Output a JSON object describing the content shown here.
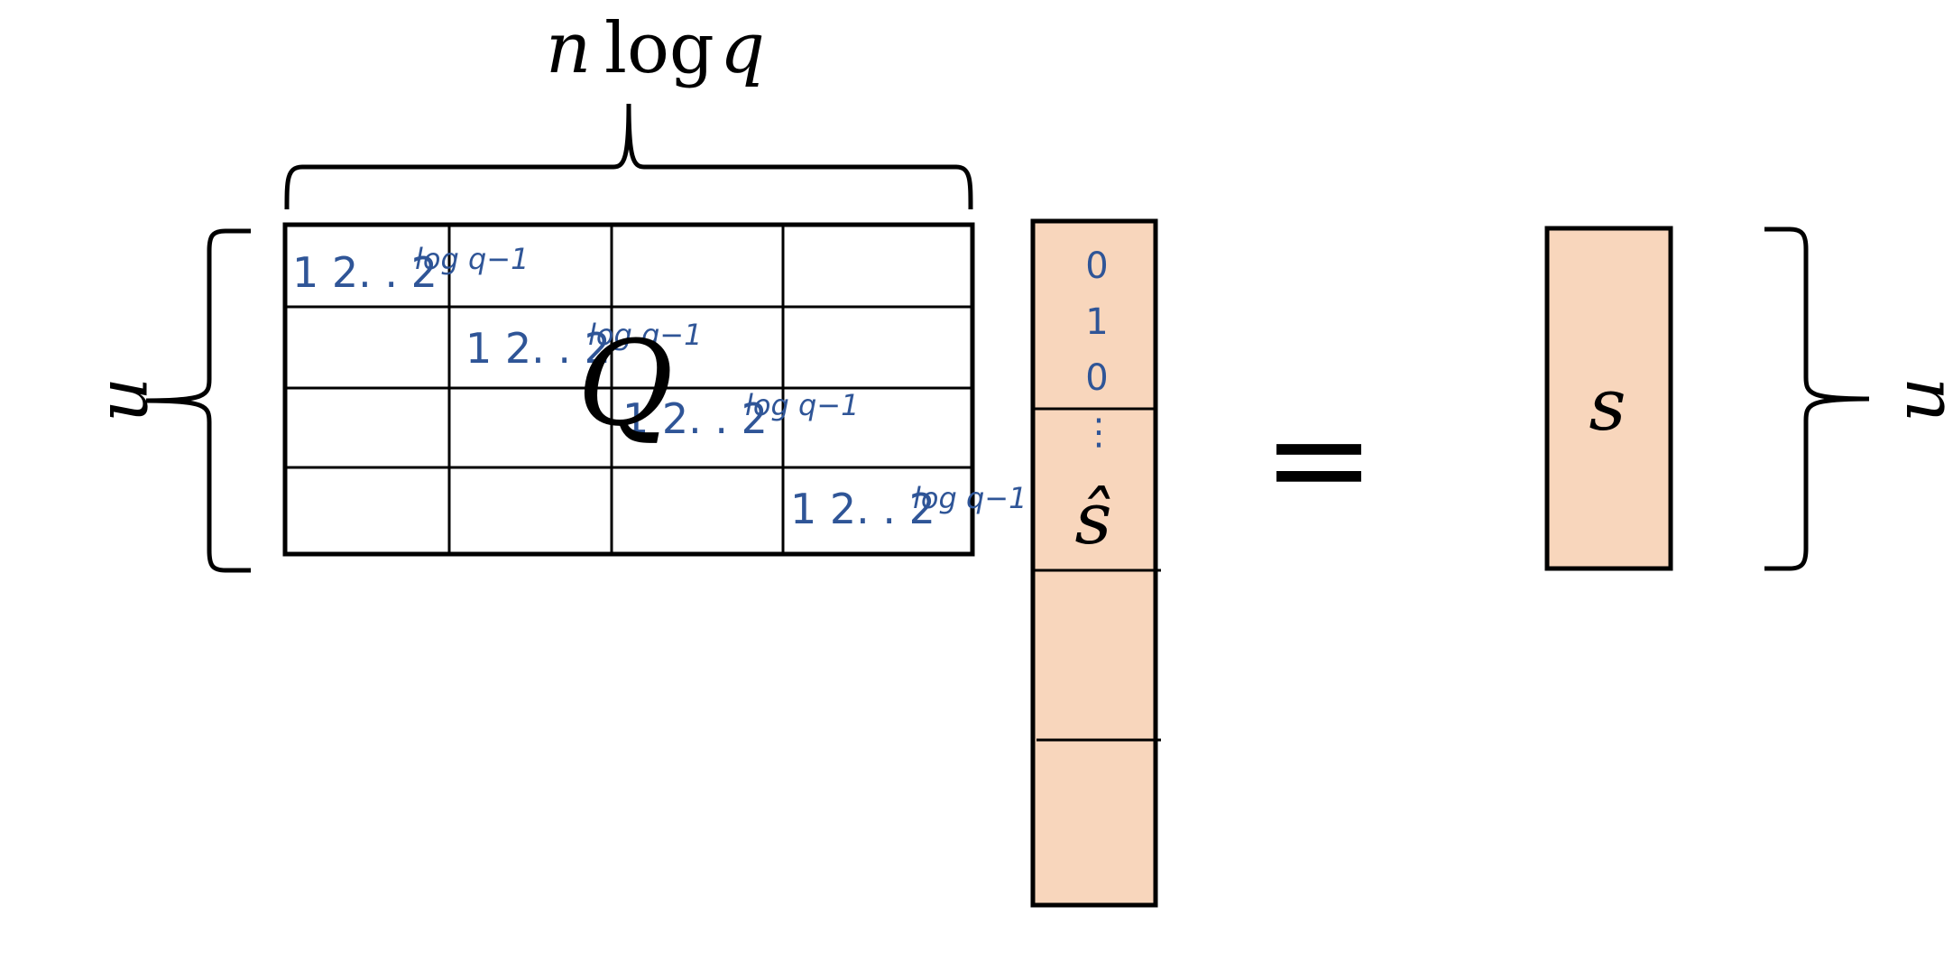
{
  "colors": {
    "ink": "#000000",
    "entry_blue": "#2f5597",
    "vector_fill": "#f8d6bc"
  },
  "labels": {
    "top_n": "n",
    "top_log": "log",
    "top_q": "q",
    "left_n": "n",
    "right_n": "n",
    "matrix_name": "Q",
    "vector_hat": "ŝ",
    "rhs_name": "s",
    "equals": "="
  },
  "diagonal_entries": [
    {
      "base": "1 2. . 2",
      "exponent": "log q−1"
    },
    {
      "base": "1 2. . 2",
      "exponent": "log q−1"
    },
    {
      "base": "1 2. . 2",
      "exponent": "log q−1"
    },
    {
      "base": "1 2. . 2",
      "exponent": "log q−1"
    }
  ],
  "vector_entries": [
    "0",
    "1",
    "0",
    "⋮"
  ]
}
